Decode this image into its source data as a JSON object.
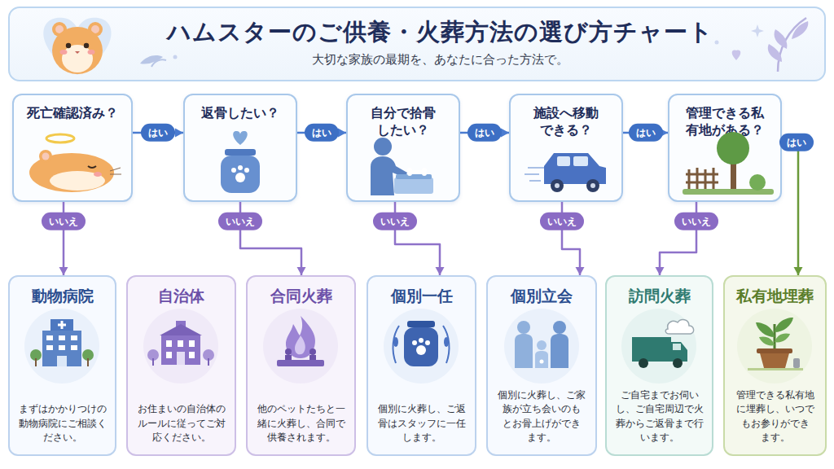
{
  "diagram": {
    "title": "ハムスターのご供養・火葬方法の選び方チャート",
    "caption": "大切な家族の最期を、あなたに合った方法で。",
    "nodes": [
      {
        "text": [
          "死亡確認済み？"
        ]
      },
      {
        "text": [
          "返骨したい？"
        ]
      },
      {
        "text": [
          "自分で拾骨したい？"
        ]
      },
      {
        "text": [
          "施設へ移動できる？"
        ]
      },
      {
        "text": [
          "管理できる私有地がある？"
        ]
      },
      {
        "text": [
          "動物病院",
          "まずはかかりつけの動物病院にご相談ください。"
        ]
      },
      {
        "text": [
          "自治体",
          "お住まいの自治体のルールに従ってご対応ください。"
        ]
      },
      {
        "text": [
          "合同火葬",
          "他のペットたちと一緒に火葬し、合同で供養されます。"
        ]
      },
      {
        "text": [
          "個別一任",
          "個別に火葬し、ご返骨はスタッフに一任します。"
        ]
      },
      {
        "text": [
          "個別立会",
          "個別に火葬し、ご家族が立ち会いのもとお骨上げができます。"
        ]
      },
      {
        "text": [
          "訪問火葬",
          "ご自宅までお伺いし、ご自宅周辺で火葬からご返骨まで行います。"
        ]
      },
      {
        "text": [
          "私有地埋葬",
          "管理できる私有地に埋葬し、いつでもお参りができます。"
        ]
      }
    ],
    "edges": [
      {
        "from": 0,
        "to": 1,
        "label": "はい",
        "arrow": "to"
      },
      {
        "from": 1,
        "to": 2,
        "label": "はい",
        "arrow": "to"
      },
      {
        "from": 2,
        "to": 3,
        "label": "はい",
        "arrow": "to"
      },
      {
        "from": 3,
        "to": 4,
        "label": "はい",
        "arrow": "to"
      },
      {
        "from": 4,
        "to": 11,
        "label": "はい",
        "arrow": "to"
      },
      {
        "from": 0,
        "to": 5,
        "label": "いいえ",
        "arrow": "to"
      },
      {
        "from": 1,
        "to": 7,
        "label": "いいえ",
        "arrow": "to"
      },
      {
        "from": 2,
        "to": 8,
        "label": "いいえ",
        "arrow": "to"
      },
      {
        "from": 3,
        "to": 9,
        "label": "いいえ",
        "arrow": "to"
      },
      {
        "from": 4,
        "to": 10,
        "label": "いいえ",
        "arrow": "to"
      }
    ]
  }
}
